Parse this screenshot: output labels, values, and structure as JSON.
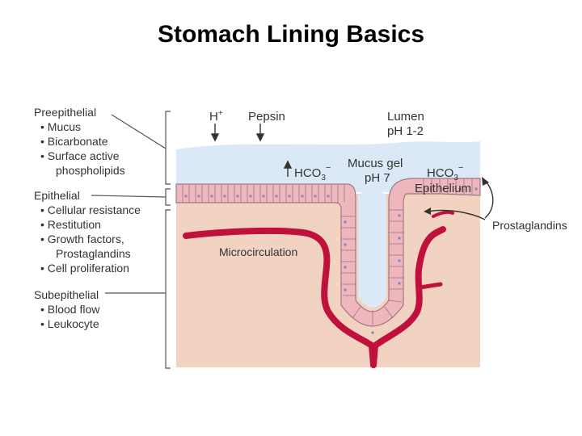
{
  "title": "Stomach Lining Basics",
  "left_panel": {
    "preepithelial": {
      "heading": "Preepithelial",
      "items": [
        "• Mucus",
        "• Bicarbonate",
        "• Surface active",
        "phospholipids"
      ]
    },
    "epithelial": {
      "heading": "Epithelial",
      "items": [
        "• Cellular resistance",
        "• Restitution",
        "• Growth factors,",
        "Prostaglandins",
        "• Cell proliferation"
      ]
    },
    "subepithelial": {
      "heading": "Subepithelial",
      "items": [
        "• Blood flow",
        "• Leukocyte"
      ]
    }
  },
  "diagram_labels": {
    "h_plus": "H",
    "h_plus_sup": "+",
    "pepsin": "Pepsin",
    "lumen": "Lumen",
    "lumen_ph": "pH 1-2",
    "hco3_left": "HCO",
    "hco3_left_sub": "3",
    "hco3_left_sup": "−",
    "mucus_gel": "Mucus gel",
    "mucus_ph": "pH 7",
    "hco3_right": "HCO",
    "hco3_right_sub": "3",
    "hco3_right_sup": "−",
    "epithelium": "Epithelium",
    "prostaglandins": "Prostaglandins",
    "microcirculation": "Microcirculation"
  },
  "colors": {
    "lumen": "#dbe9f6",
    "tissue": "#f2d2c1",
    "cells": "#eeb6bd",
    "cell_outline": "#a07780",
    "nucleus": "#7d88c0",
    "vessel": "#c0103c",
    "line": "#555555"
  }
}
